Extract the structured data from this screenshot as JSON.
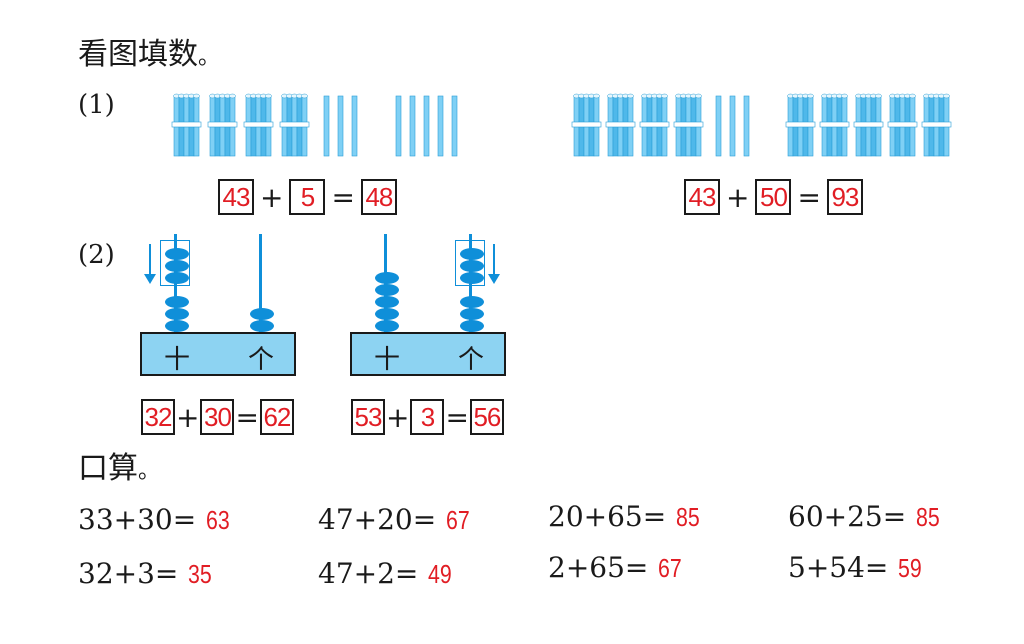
{
  "title": {
    "text": "看图填数",
    "dot": "。"
  },
  "q1": {
    "label": "(1)",
    "left": {
      "bundles": 4,
      "singles_a": 3,
      "singles_b": 5,
      "a": "43",
      "op": "+",
      "b": "5",
      "eq": "=",
      "result": "48"
    },
    "right": {
      "bundles_a": 4,
      "singles": 3,
      "bundles_b": 5,
      "a": "43",
      "op": "+",
      "b": "50",
      "eq": "=",
      "result": "93"
    }
  },
  "q2": {
    "label": "(2)",
    "abacus_labels": {
      "tens": "十",
      "ones": "个"
    },
    "left": {
      "tens_beads": 6,
      "ones_beads": 2,
      "moved": "tens",
      "moved_beads": 3,
      "a": "32",
      "op": "+",
      "b": "30",
      "eq": "=",
      "result": "62"
    },
    "right": {
      "tens_beads": 5,
      "ones_beads": 6,
      "moved": "ones",
      "moved_beads": 3,
      "a": "53",
      "op": "+",
      "b": "3",
      "eq": "=",
      "result": "56"
    }
  },
  "oral": {
    "title": "口算",
    "dot": "。",
    "rows": [
      [
        {
          "expr": "33+30=",
          "answer": "63"
        },
        {
          "expr": "47+20=",
          "answer": "67"
        },
        {
          "expr": "20+65=",
          "answer": "85"
        },
        {
          "expr": "60+25=",
          "answer": "85"
        }
      ],
      [
        {
          "expr": "32+3=",
          "answer": "35"
        },
        {
          "expr": "47+2=",
          "answer": "49"
        },
        {
          "expr": "2+65=",
          "answer": "67"
        },
        {
          "expr": "5+54=",
          "answer": "59"
        }
      ]
    ]
  },
  "colors": {
    "answer": "#e11d24",
    "bead": "#0f8fd9",
    "stick": "#7fd0f5",
    "abacus_base": "#8dd3f2"
  }
}
